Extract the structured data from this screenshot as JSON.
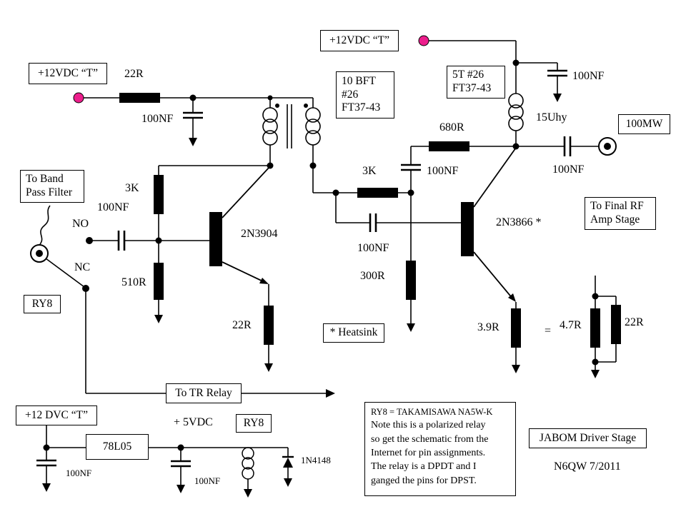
{
  "colors": {
    "accent_pink": "#EC1E8C",
    "wire": "#000000"
  },
  "boxes": {
    "vcc_left": "+12VDC “T”",
    "vcc_mid": "+12VDC “T”",
    "xfmr": "10 BFT\n#26\nFT37-43",
    "choke": "5T #26\nFT37-43",
    "power_out": "100MW",
    "to_final": "To Final RF\nAmp Stage",
    "to_bpf": "To Band\nPass Filter",
    "ry8_contacts": "RY8",
    "heatsink": "* Heatsink",
    "to_tr_relay": "To TR Relay",
    "dvc": "+12 DVC “T”",
    "ry8_coil": "RY8",
    "reg": "78L05",
    "title": "JABOM Driver  Stage"
  },
  "labels": {
    "r22_a": "22R",
    "c100_a": "100NF",
    "c100_top": "100NF",
    "ind_15uhy": "15Uhy",
    "r680": "680R",
    "r3k_b": "3K",
    "c100_b": "100NF",
    "c100_out": "100NF",
    "q2": "2N3866 *",
    "no": "NO",
    "nc": "NC",
    "c100_c": "100NF",
    "r3k_a": "3K",
    "r510": "510R",
    "q1": "2N3904",
    "r22_b": "22R",
    "c100_d": "100NF",
    "r300": "300R",
    "r39": "3.9R",
    "equals": "=",
    "r47": "4.7R",
    "r22_c": "22R",
    "plus5vdc": "+ 5VDC",
    "c100_e": "100NF",
    "c100_f": "100NF",
    "d1n4148": "1N4148",
    "author": "N6QW 7/2011"
  },
  "note": {
    "header": "RY8 = TAKAMISAWA NA5W-K",
    "lines": [
      "Note this is a polarized relay",
      "so get the schematic from the",
      "Internet for pin assignments.",
      "The relay is a DPDT and I",
      "ganged the pins for DPST."
    ]
  }
}
